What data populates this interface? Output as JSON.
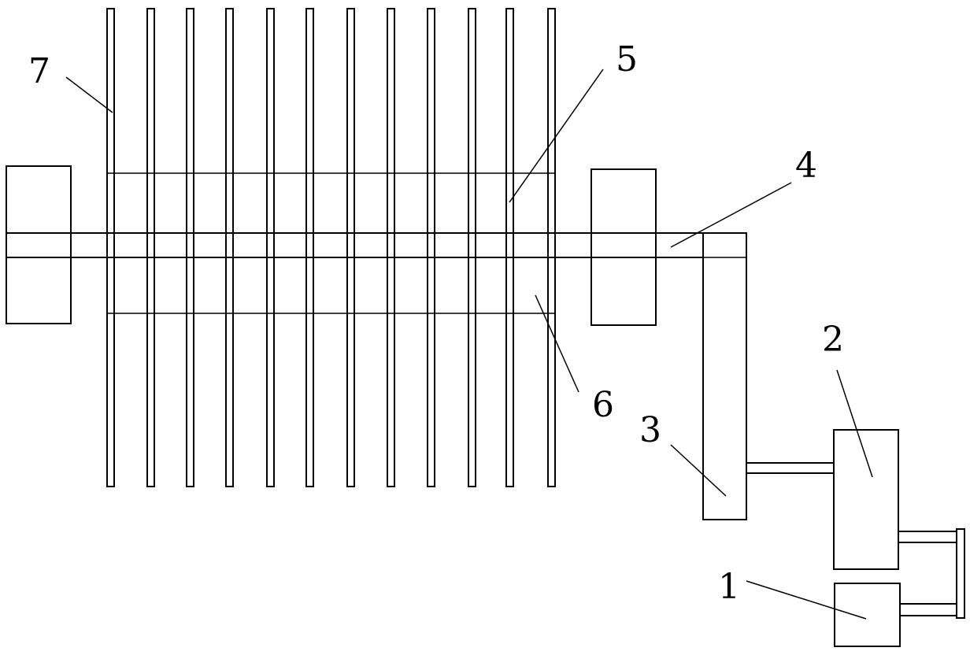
{
  "callouts": {
    "c1": "1",
    "c2": "2",
    "c3": "3",
    "c4": "4",
    "c5": "5",
    "c6": "6",
    "c7": "7"
  },
  "colors": {
    "stroke": "#000000",
    "background": "#ffffff"
  }
}
